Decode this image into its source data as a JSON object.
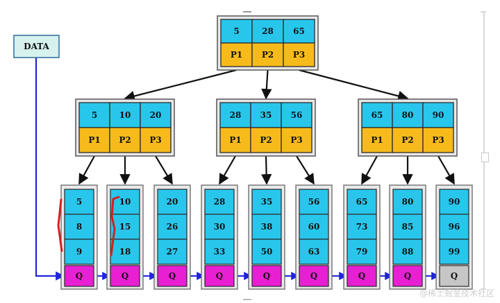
{
  "data_label": "DATA",
  "pointer_label": "Q",
  "colors": {
    "key_cell": "#29c6ec",
    "pointer_cell": "#f6bb1b",
    "leaf_pointer": "#e81fd3",
    "leaf_pointer_end": "#c6c6c6",
    "leaf_bg": "#eaeaea",
    "link": "#2024d8",
    "annot": "#d42020",
    "border": "#2a2a2a"
  },
  "root": {
    "keys": [
      "5",
      "28",
      "65"
    ],
    "pointers": [
      "P1",
      "P2",
      "P3"
    ]
  },
  "internal": [
    {
      "keys": [
        "5",
        "10",
        "20"
      ],
      "pointers": [
        "P1",
        "P2",
        "P3"
      ]
    },
    {
      "keys": [
        "28",
        "35",
        "56"
      ],
      "pointers": [
        "P1",
        "P2",
        "P3"
      ]
    },
    {
      "keys": [
        "65",
        "80",
        "90"
      ],
      "pointers": [
        "P1",
        "P2",
        "P3"
      ]
    }
  ],
  "leaves": [
    {
      "keys": [
        "5",
        "8",
        "9"
      ]
    },
    {
      "keys": [
        "10",
        "15",
        "18"
      ]
    },
    {
      "keys": [
        "20",
        "26",
        "27"
      ]
    },
    {
      "keys": [
        "28",
        "30",
        "33"
      ]
    },
    {
      "keys": [
        "35",
        "38",
        "50"
      ]
    },
    {
      "keys": [
        "56",
        "60",
        "63"
      ]
    },
    {
      "keys": [
        "65",
        "73",
        "79"
      ]
    },
    {
      "keys": [
        "80",
        "85",
        "88"
      ]
    },
    {
      "keys": [
        "90",
        "96",
        "99"
      ]
    }
  ],
  "watermark": "@稀土掘金技术社区"
}
